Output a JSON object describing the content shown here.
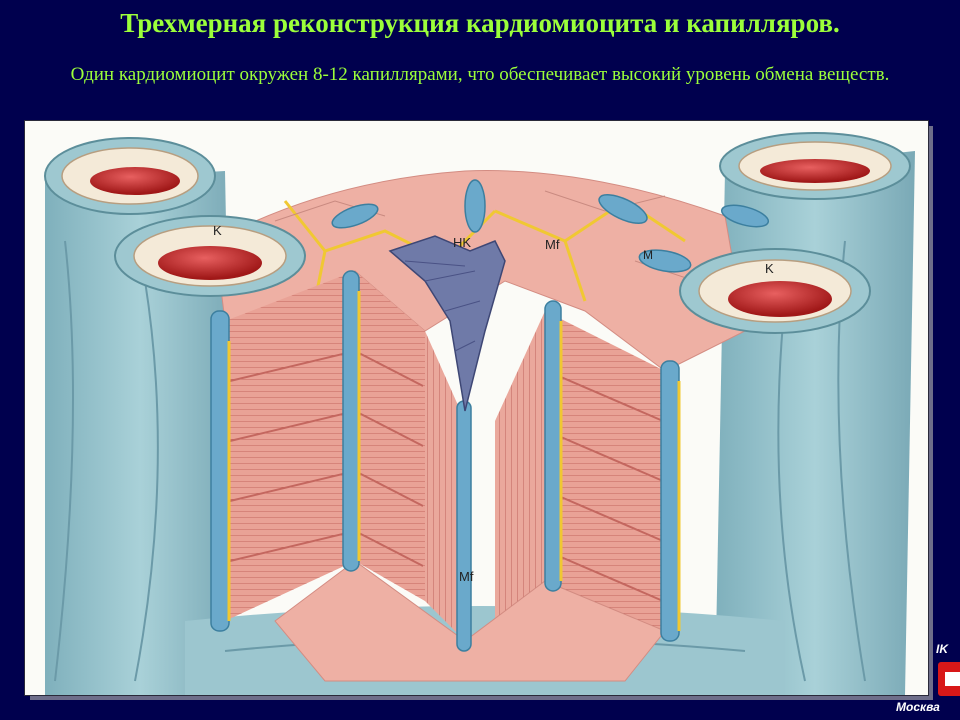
{
  "slide": {
    "title": "Трехмерная реконструкция  кардиомиоцита и капилляров.",
    "subtitle": "Один кардиомиоцит окружен 8-12 капиллярами, что обеспечивает высокий уровень обмена веществ."
  },
  "figure": {
    "labels": {
      "capillary_top_left": "K",
      "capillary_right": "K",
      "nucleus": "HK",
      "myofibril_top": "Mf",
      "mitochondria": "M",
      "myofibril_bottom": "Mf"
    }
  },
  "corner": {
    "top_text": "IK",
    "bottom_text": "Москва"
  },
  "colors": {
    "background": "#00004e",
    "title": "#9cff3a",
    "capillary_wall": "#9ec8d0",
    "erythrocyte": "#c42a2a",
    "myocyte": "#e8a59a",
    "nucleus": "#6f7aa8",
    "mitochondria": "#5fa6c8",
    "connective": "#f0c832"
  }
}
